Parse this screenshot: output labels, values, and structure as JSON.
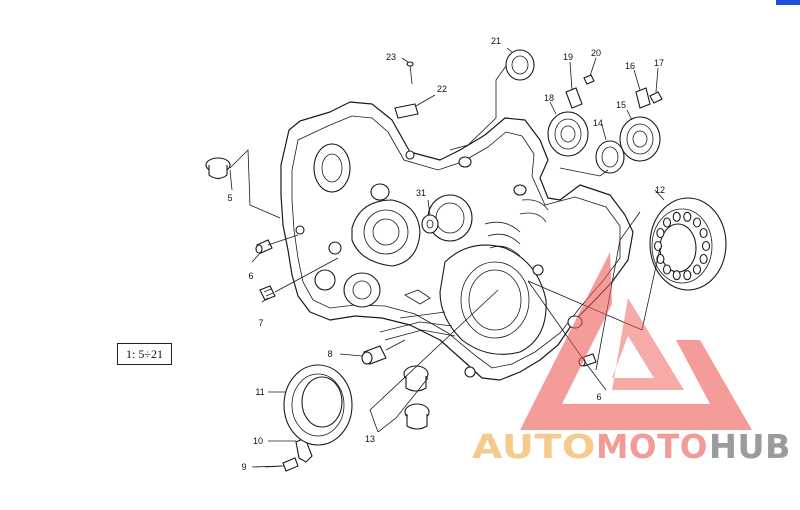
{
  "diagram": {
    "callouts": {
      "p5": "5",
      "p6a": "6",
      "p7": "7",
      "p8": "8",
      "p9": "9",
      "p10": "10",
      "p11": "11",
      "p12": "12",
      "p13": "13",
      "p14": "14",
      "p15": "15",
      "p16": "16",
      "p17": "17",
      "p18": "18",
      "p19": "19",
      "p20": "20",
      "p21": "21",
      "p22": "22",
      "p23": "23",
      "p31": "31",
      "p6b": "6"
    },
    "reference_box": "1: 5÷21"
  },
  "watermark": {
    "part1": "AUTO",
    "part2": "MOTO",
    "part3": "HUB",
    "colors": {
      "auto": "#f3c27a",
      "moto": "#f08a85",
      "hub": "#8a8a8a",
      "triangle": "#ee5a55"
    }
  },
  "corner_accent_color": "#1e4fd8"
}
